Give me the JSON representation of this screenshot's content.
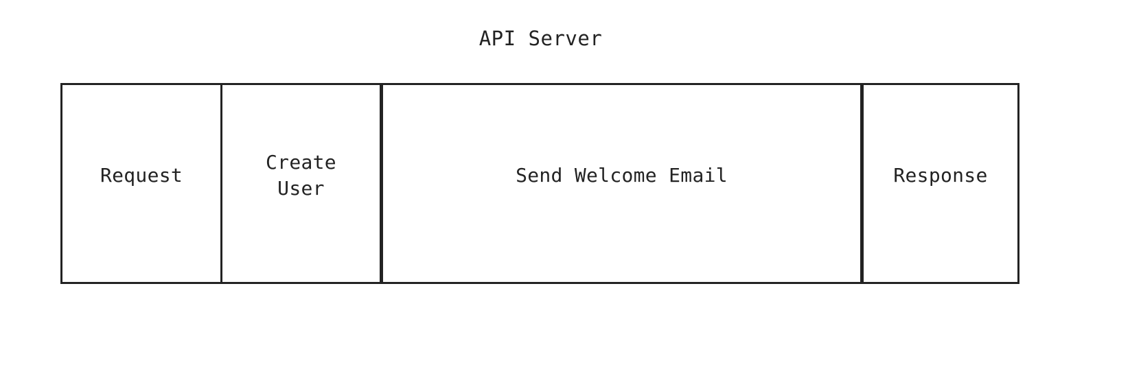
{
  "diagram": {
    "title": "API Server",
    "type": "sequence-activation-bar",
    "colors": {
      "stroke": "#232323",
      "text": "#232323",
      "fill": "#ffffff",
      "background": "#ffffff"
    },
    "phases": [
      {
        "id": "request",
        "label": "Request",
        "lines": [
          "Request"
        ],
        "divider_weight": "outer"
      },
      {
        "id": "create-user",
        "label": "Create\nUser",
        "lines": [
          "Create",
          "User"
        ],
        "divider_weight": "thin"
      },
      {
        "id": "send-welcome-email",
        "label": "Send Welcome Email",
        "lines": [
          "Send Welcome Email"
        ],
        "divider_weight": "thick"
      },
      {
        "id": "response",
        "label": "Response",
        "lines": [
          "Response"
        ],
        "divider_weight": "thick"
      }
    ]
  }
}
